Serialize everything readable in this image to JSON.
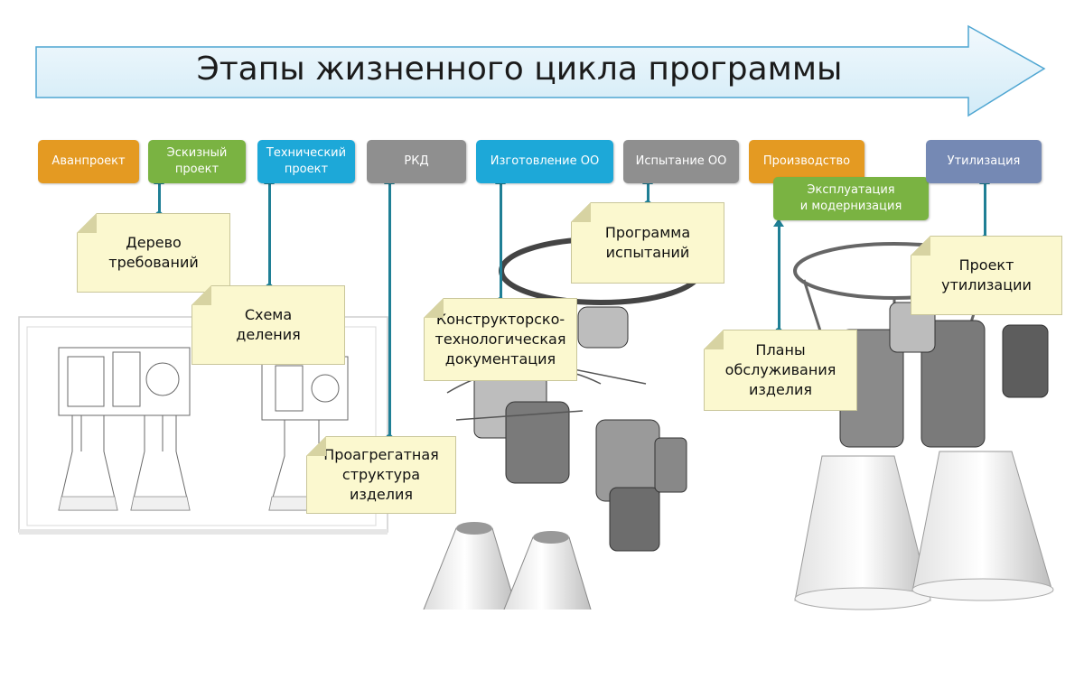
{
  "title": "Этапы жизненного цикла программы",
  "stages": [
    {
      "label": "Аванпроект",
      "color": "#e49a22"
    },
    {
      "label": "Эскизный\nпроект",
      "color": "#7ab342"
    },
    {
      "label": "Технический\nпроект",
      "color": "#1da8d8"
    },
    {
      "label": "РКД",
      "color": "#8f8f8f"
    },
    {
      "label": "Изготовление ОО",
      "color": "#1da8d8"
    },
    {
      "label": "Испытание ОО",
      "color": "#8f8f8f"
    },
    {
      "label": "Производство",
      "color": "#e49a22"
    },
    {
      "label": "Эксплуатация\nи модернизация",
      "color": "#7ab342"
    },
    {
      "label": "Утилизация",
      "color": "#7589b4"
    }
  ],
  "notes": [
    {
      "text": "Дерево\nтребований"
    },
    {
      "text": "Схема\nделения"
    },
    {
      "text": "Проагрегатная\nструктура\nизделия"
    },
    {
      "text": "Конструкторско-\nтехнологическая\nдокументация"
    },
    {
      "text": "Программа\nиспытаний"
    },
    {
      "text": "Планы\nобслуживания\nизделия"
    },
    {
      "text": "Проект\nутилизации"
    }
  ]
}
